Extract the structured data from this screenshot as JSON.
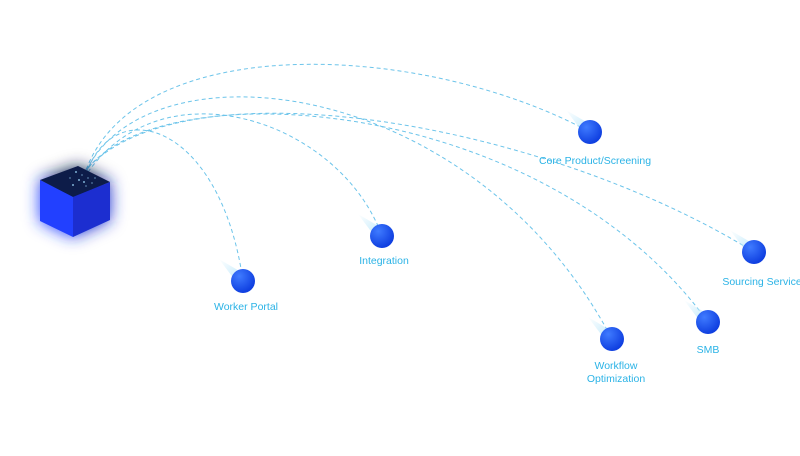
{
  "colors": {
    "accent": "#2bb3e6",
    "node_fill": "#1f5bff",
    "cube_top": "#0a1a4a",
    "cube_left": "#2041ff",
    "cube_right": "#1a2fd0",
    "connector": "#6cc4ea"
  },
  "hub": {
    "icon": "cube-icon"
  },
  "nodes": [
    {
      "id": "core-product-screening",
      "label": "Core Product/Screening"
    },
    {
      "id": "integration",
      "label": "Integration"
    },
    {
      "id": "worker-portal",
      "label": "Worker Portal"
    },
    {
      "id": "workflow-optimization",
      "label": "Workflow\nOptimization"
    },
    {
      "id": "smb",
      "label": "SMB"
    },
    {
      "id": "sourcing-service",
      "label": "Sourcing Service"
    }
  ]
}
